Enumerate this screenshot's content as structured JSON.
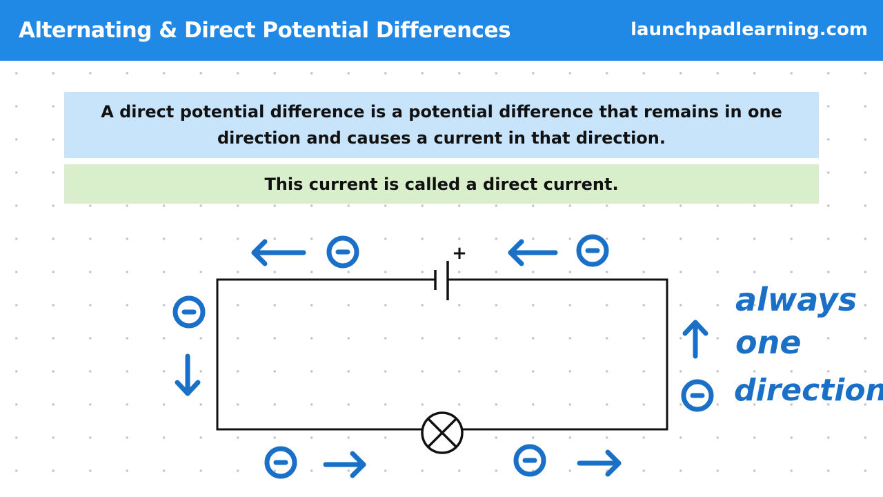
{
  "header": {
    "title": "Alternating & Direct Potential Differences",
    "site": "launchpadlearning.com"
  },
  "definition": {
    "line1": "A direct potential difference is a potential difference that remains in one",
    "line2": "direction and causes a current in that direction."
  },
  "note": {
    "text": "This current is called a direct current."
  },
  "diagram": {
    "battery_polarity": "+",
    "annotation": [
      "always",
      "one",
      "direction"
    ]
  },
  "colors": {
    "header": "#2088e5",
    "definition_bg": "#c8e4fb",
    "note_bg": "#d9eecb",
    "ink_blue": "#1a6fc6",
    "wire": "#111111"
  },
  "icons": {
    "electron": "electron-minus-icon",
    "lamp": "lamp-icon",
    "cell": "cell-icon"
  }
}
